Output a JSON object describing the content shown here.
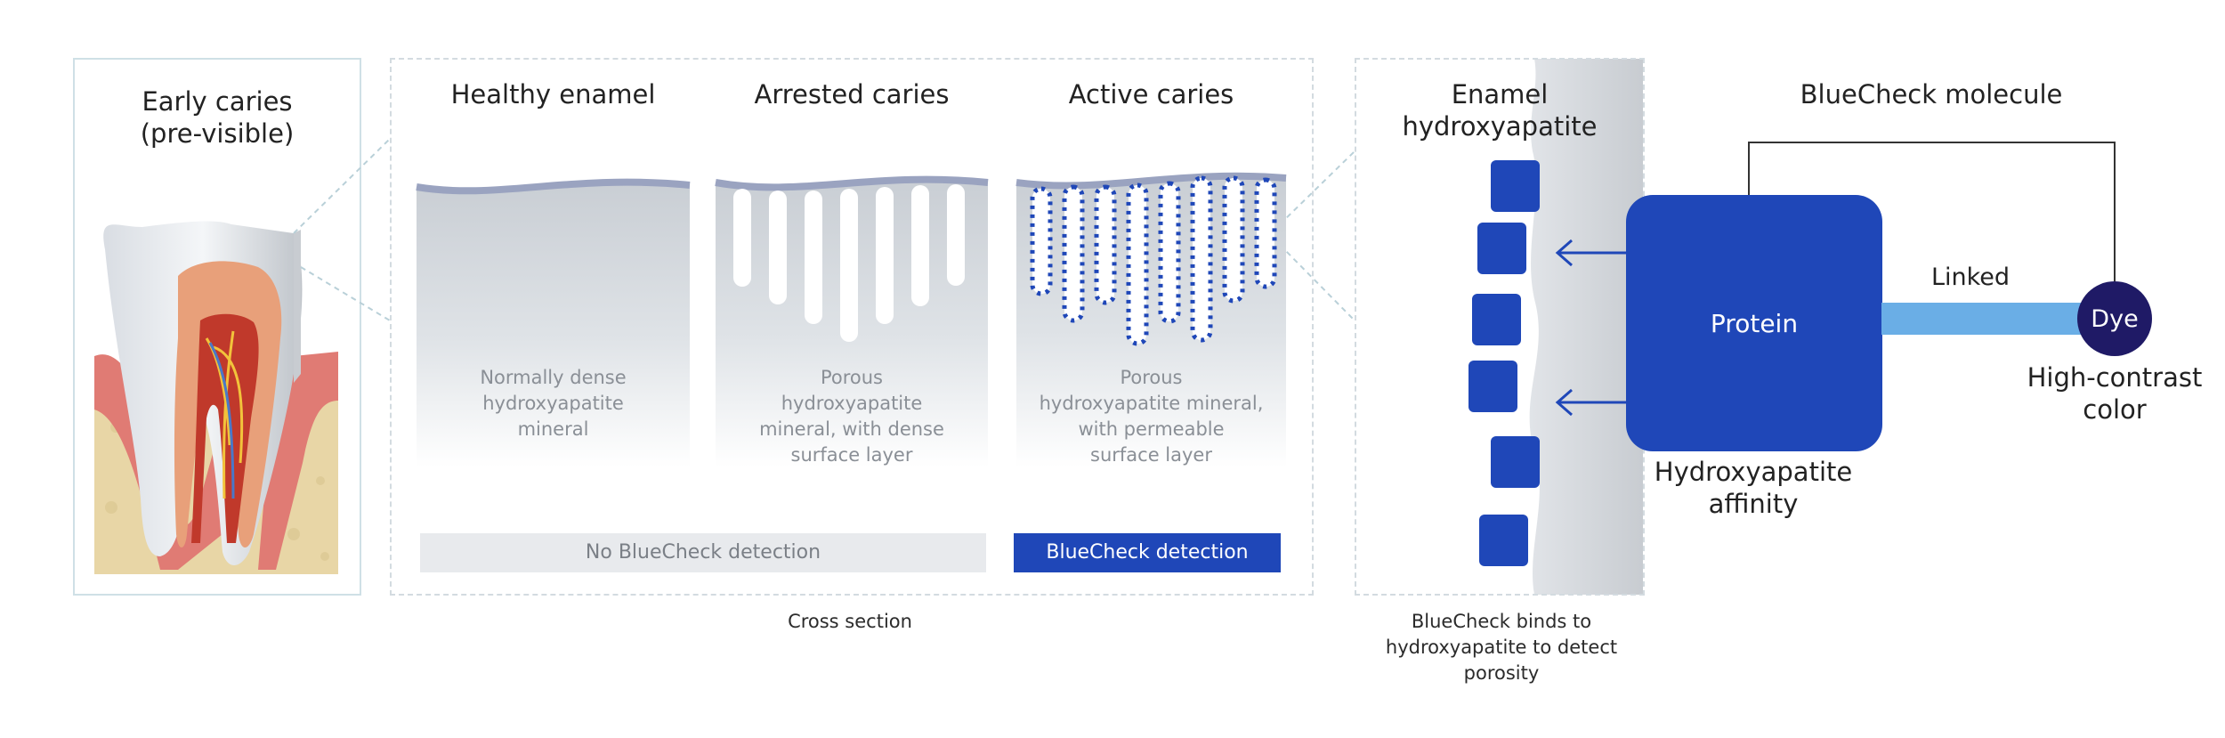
{
  "tooth_panel": {
    "title": "Early caries\n(pre-visible)"
  },
  "columns": [
    {
      "title": "Healthy enamel",
      "desc": "Normally dense\nhydroxyapatite\nmineral"
    },
    {
      "title": "Arrested caries",
      "desc": "Porous\nhydroxyapatite\nmineral, with dense\nsurface layer"
    },
    {
      "title": "Active caries",
      "desc": "Porous\nhydroxyapatite mineral,\nwith permeable\nsurface layer"
    }
  ],
  "detection": {
    "none": "No BlueCheck detection",
    "positive": "BlueCheck detection"
  },
  "captions": {
    "cross_section": "Cross section",
    "binding": "BlueCheck binds to\nhydroxyapatite to detect\nporosity"
  },
  "enamel": {
    "title": "Enamel\nhydroxyapatite"
  },
  "molecule": {
    "title": "BlueCheck molecule",
    "protein": "Protein",
    "linked": "Linked",
    "dye": "Dye",
    "affinity": "Hydroxyapatite\naffinity",
    "contrast": "High-contrast\ncolor"
  },
  "colors": {
    "brand_blue": "#1f47b8",
    "dye_navy": "#1f1a66",
    "linker_blue": "#6aaee6"
  }
}
